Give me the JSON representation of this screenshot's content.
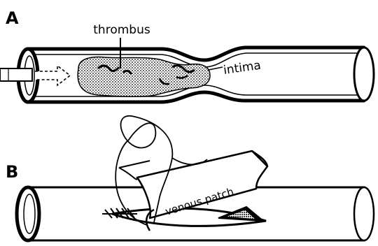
{
  "figure": {
    "panel_a": {
      "letter": "A",
      "label_thrombus": "thrombus",
      "label_intima": "intima"
    },
    "panel_b": {
      "letter": "B",
      "label_patch": "venous patch"
    }
  }
}
